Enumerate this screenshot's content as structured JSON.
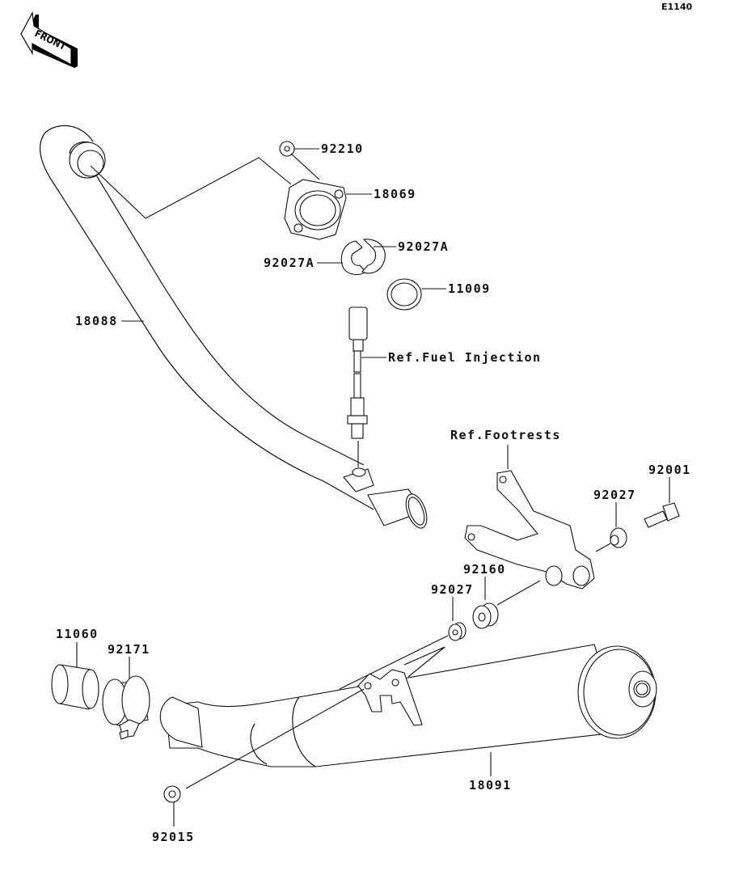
{
  "diagram": {
    "code": "E1140",
    "front_indicator": "FRONT",
    "parts": [
      {
        "id": "part-92210",
        "number": "92210"
      },
      {
        "id": "part-18069",
        "number": "18069"
      },
      {
        "id": "part-92027A-right",
        "number": "92027A"
      },
      {
        "id": "part-92027A-left",
        "number": "92027A"
      },
      {
        "id": "part-11009",
        "number": "11009"
      },
      {
        "id": "part-18088",
        "number": "18088"
      },
      {
        "id": "ref-fuel-injection",
        "number": "Ref.Fuel Injection"
      },
      {
        "id": "ref-footrests",
        "number": "Ref.Footrests"
      },
      {
        "id": "part-92001",
        "number": "92001"
      },
      {
        "id": "part-92027-upper",
        "number": "92027"
      },
      {
        "id": "part-92160",
        "number": "92160"
      },
      {
        "id": "part-92027-lower",
        "number": "92027"
      },
      {
        "id": "part-11060",
        "number": "11060"
      },
      {
        "id": "part-92171",
        "number": "92171"
      },
      {
        "id": "part-18091",
        "number": "18091"
      },
      {
        "id": "part-92015",
        "number": "92015"
      }
    ]
  }
}
